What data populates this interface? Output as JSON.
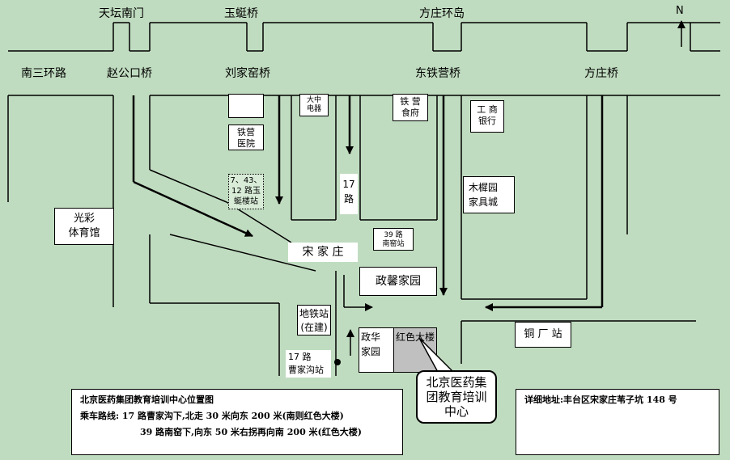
{
  "compass": {
    "label": "N"
  },
  "roads": {
    "tiantan_nanmen": "天坛南门",
    "yudong_bridge": "玉蜓桥",
    "fangzhuang_roundabout": "方庄环岛",
    "south_third_ring": "南三环路",
    "zhaogongkou_bridge": "赵公口桥",
    "liujiayao_bridge": "刘家窑桥",
    "dongtieying_bridge": "东铁营桥",
    "fangzhuang_bridge": "方庄桥"
  },
  "places": {
    "daizhong_line1": "大中",
    "daizhong_line2": "电器",
    "tieying_food_line1": "铁 营",
    "tieying_food_line2": "食府",
    "icbc_line1": "工 商",
    "icbc_line2": "银行",
    "tieying_hospital_line1": "铁营",
    "tieying_hospital_line2": "医院",
    "bus_stop_43_line1": "7、43、",
    "bus_stop_43_line2": "12 路玉",
    "bus_stop_43_line3": "蜓楼站",
    "bus17_line1": "17",
    "bus17_line2": "路",
    "bus39_line1": "39 路",
    "bus39_line2": "南窑站",
    "furniture_line1": "木樨园",
    "furniture_line2": "家具城",
    "guangcai_line1": "光彩",
    "guangcai_line2": "体育馆",
    "songjiazhuang": "宋 家 庄",
    "zhengxin": "政馨家园",
    "metro_line1": "地铁站",
    "metro_line2": "(在建)",
    "caojiagou_line1": "17 路",
    "caojiagou_line2": "曹家沟站",
    "zhenghua_line1": "政华",
    "zhenghua_line2": "家园",
    "red_building": "红色大楼",
    "copper_factory": "铜 厂 站"
  },
  "callout": {
    "line1": "北京医药集",
    "line2": "团教育培训",
    "line3": "中心"
  },
  "route_info": {
    "title": "北京医药集团教育培训中心位置图",
    "line1": "乘车路线:   17 路曹家沟下,北走 30 米向东 200 米(南则红色大楼)",
    "line2": "39 路南窑下,向东 50 米右拐再向南 200 米(红色大楼)"
  },
  "address": {
    "text": "详细地址:丰台区宋家庄苇子坑 148 号"
  },
  "colors": {
    "background": "#c0dcc0",
    "red_building": "#c0c0c0"
  }
}
